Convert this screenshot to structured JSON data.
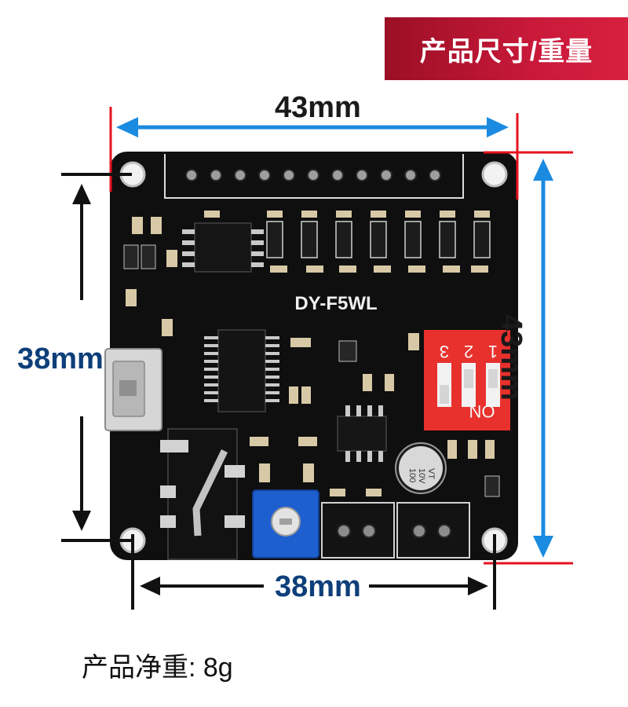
{
  "banner": {
    "title": "产品尺寸/重量"
  },
  "dimensions": {
    "top_width": "43mm",
    "right_height": "43mm",
    "left_hole_spacing": "38mm",
    "bottom_hole_spacing": "38mm"
  },
  "board": {
    "model_label": "DY-F5WL",
    "dip_switch": {
      "numbers": [
        "3",
        "2",
        "1"
      ],
      "on_label": "ON"
    },
    "capacitor_text": [
      "100",
      "10V",
      "VT"
    ]
  },
  "weight": {
    "text": "产品净重: 8g"
  },
  "colors": {
    "banner": "#b3152f",
    "arrow_blue": "#1a8be0",
    "marker_red": "#e5121f",
    "dim_text_blue": "#0e3f7a",
    "pcb": "#0f0f0f",
    "dip_switch": "#e8312d",
    "potentiometer": "#1e5fd0"
  }
}
